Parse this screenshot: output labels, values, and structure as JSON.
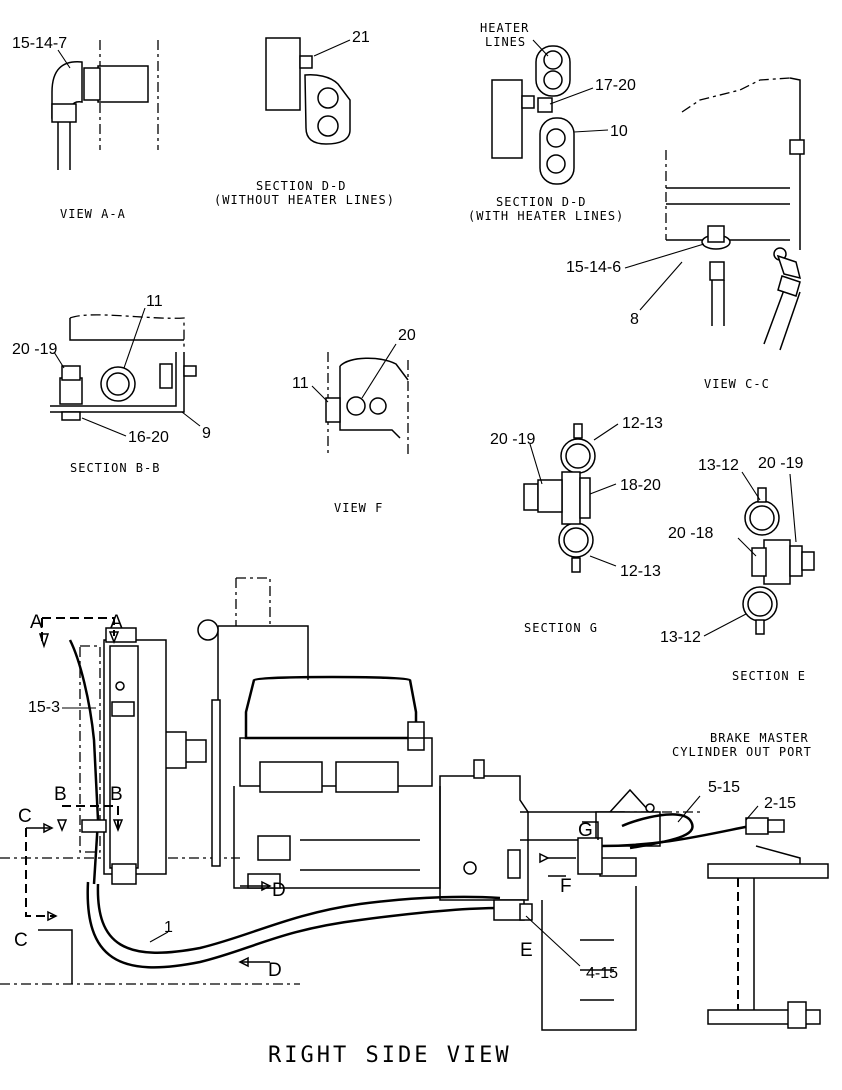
{
  "views": {
    "view_aa": {
      "caption": "VIEW A-A",
      "callout": "15-14-7"
    },
    "section_dd_without": {
      "caption_line1": "SECTION D-D",
      "caption_line2": "(WITHOUT HEATER LINES)",
      "callout": "21"
    },
    "section_dd_with": {
      "caption_line1": "SECTION D-D",
      "caption_line2": "(WITH HEATER LINES)",
      "heater_line1": "HEATER",
      "heater_line2": "LINES",
      "callout_clip": "17-20",
      "callout_clamp": "10"
    },
    "view_cc": {
      "caption": "VIEW C-C",
      "callout_fitting": "15-14-6",
      "callout_tube": "8"
    },
    "section_bb": {
      "caption": "SECTION B-B",
      "callout_clamp": "11",
      "callout_bolt": "20 -19",
      "callout_nut": "16-20",
      "callout_bracket": "9"
    },
    "view_f": {
      "caption": "VIEW F",
      "callout_clamp": "11",
      "callout_bolt": "20"
    },
    "section_g": {
      "caption": "SECTION G",
      "callout_bolt": "20 -19",
      "callout_top": "12-13",
      "callout_spacer": "18-20",
      "callout_bottom": "12-13"
    },
    "section_e": {
      "caption": "SECTION E",
      "callout_top": "13-12",
      "callout_bolt": "20 -19",
      "callout_spacer": "20 -18",
      "callout_bottom": "13-12"
    }
  },
  "main_view": {
    "title": "RIGHT SIDE VIEW",
    "brake_line1": "BRAKE MASTER",
    "brake_line2": "CYLINDER OUT PORT",
    "callouts": {
      "line_front": "15-3",
      "hose_main": "1",
      "hose_brake": "5-15",
      "fitting_brake": "2-15",
      "fitting_trans": "4-15"
    },
    "section_letters": {
      "a_left": "A",
      "a_right": "A",
      "b_left": "B",
      "b_right": "B",
      "c_top": "C",
      "c_bottom": "C",
      "d_top": "D",
      "d_bottom": "D",
      "e": "E",
      "f": "F",
      "g": "G"
    }
  }
}
